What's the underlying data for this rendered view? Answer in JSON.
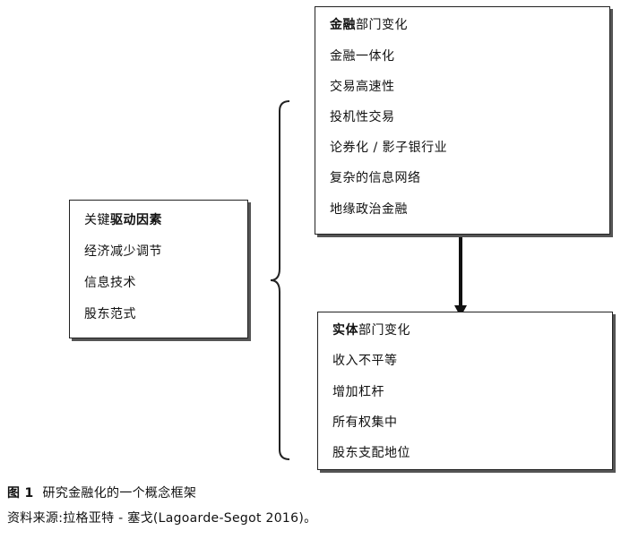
{
  "drivers": {
    "title_plain": "关键",
    "title_bold": "驱动因素",
    "items": [
      "经济减少调节",
      "信息技术",
      "股东范式"
    ]
  },
  "financial": {
    "title_bold": "金融",
    "title_plain": "部门变化",
    "items": [
      "金融一体化",
      "交易高速性",
      "投机性交易",
      "论券化 / 影子银行业",
      "复杂的信息网络",
      "地缘政治金融"
    ]
  },
  "real": {
    "title_bold": "实体",
    "title_plain": "部门变化",
    "items": [
      "收入不平等",
      "增加杠杆",
      "所有权集中",
      "股东支配地位"
    ]
  },
  "caption": {
    "figure_label": "图 1",
    "figure_title": "研究金融化的一个概念框架",
    "source": "资料来源:拉格亚特 - 塞戈(Lagoarde-Segot 2016)。"
  },
  "colors": {
    "line": "#222222",
    "arrow": "#111111"
  }
}
